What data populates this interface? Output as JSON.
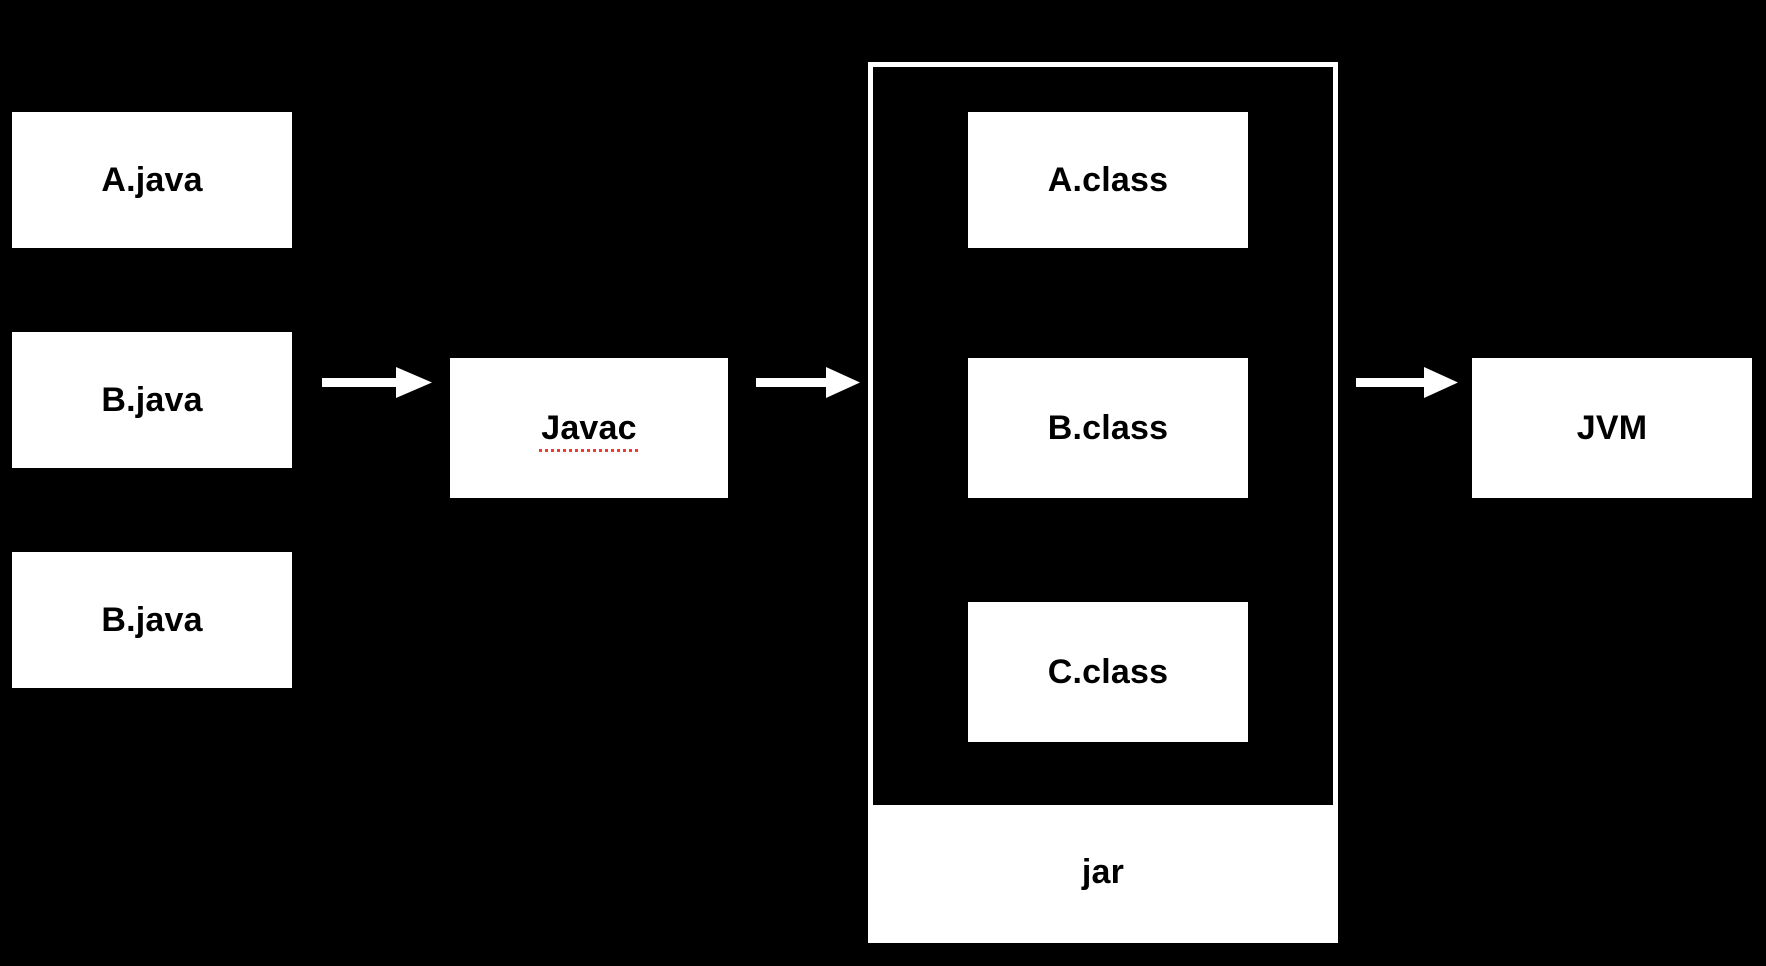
{
  "diagram": {
    "title": "Java compilation pipeline",
    "background_color": "#000000",
    "box_fill_color": "#ffffff",
    "box_text_color": "#000000",
    "arrow_color": "#ffffff",
    "spellcheck_underline_color": "#ef3b2d"
  },
  "sources": {
    "group_name": "source-files",
    "items": [
      {
        "label": "A.java"
      },
      {
        "label": "B.java"
      },
      {
        "label": "B.java"
      }
    ]
  },
  "compiler": {
    "label": "Javac",
    "spellchecked": true
  },
  "jar": {
    "footer_label": "jar",
    "classes": [
      {
        "label": "A.class"
      },
      {
        "label": "B.class"
      },
      {
        "label": "C.class"
      }
    ]
  },
  "runtime": {
    "label": "JVM"
  },
  "arrows": [
    {
      "name": "arrow-sources-to-javac",
      "from": "B.java",
      "to": "Javac"
    },
    {
      "name": "arrow-javac-to-jar",
      "from": "Javac",
      "to": "jar"
    },
    {
      "name": "arrow-jar-to-jvm",
      "from": "jar",
      "to": "JVM"
    }
  ]
}
